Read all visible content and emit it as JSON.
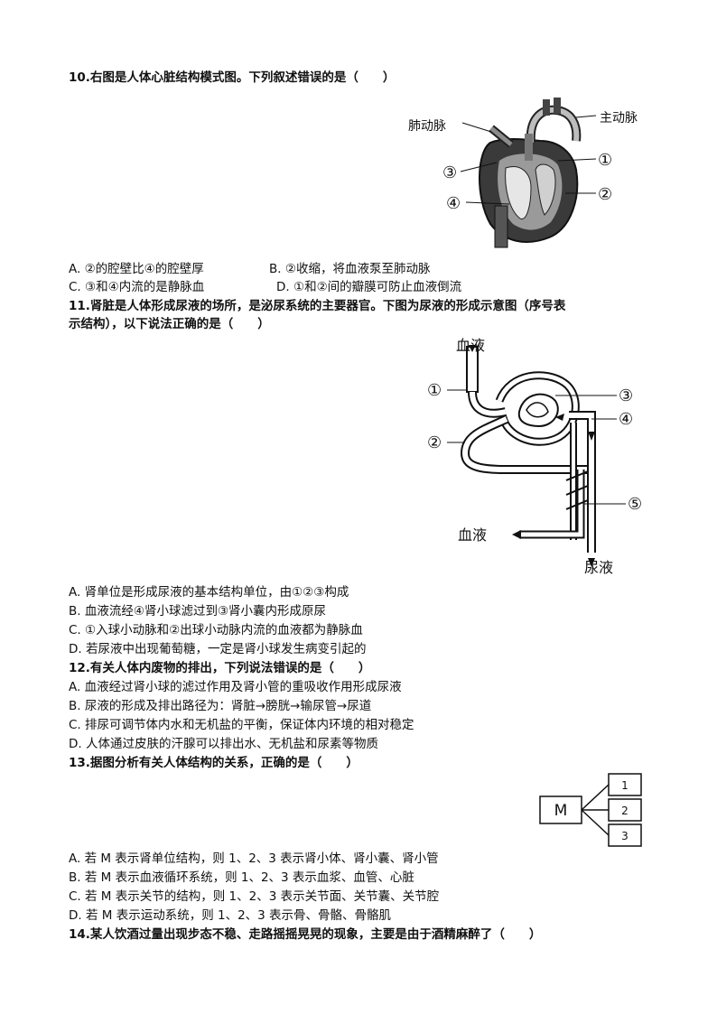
{
  "q10": {
    "stem": "10.右图是人体心脏结构模式图。下列叙述错误的是（　　）",
    "fig_labels": {
      "pa": "肺动脉",
      "ao": "主动脉",
      "n1": "①",
      "n2": "②",
      "n3": "③",
      "n4": "④"
    },
    "A": "A.  ②的腔壁比④的腔壁厚",
    "B": "B.  ②收缩，将血液泵至肺动脉",
    "C": "C.  ③和④内流的是静脉血",
    "D": "D.  ①和②间的瓣膜可防止血液倒流"
  },
  "q11": {
    "stem1": "11.肾脏是人体形成尿液的场所，是泌尿系统的主要器官。下图为尿液的形成示意图（序号表",
    "stem2": "示结构），以下说法正确的是（　　）",
    "fig_labels": {
      "blood_in": "血液",
      "blood_out": "血液",
      "urine": "尿液",
      "n1": "①",
      "n2": "②",
      "n3": "③",
      "n4": "④",
      "n5": "⑤"
    },
    "A": "A.  肾单位是形成尿液的基本结构单位，由①②③构成",
    "B": "B.  血液流经④肾小球滤过到③肾小囊内形成原尿",
    "C": "C.  ①入球小动脉和②出球小动脉内流的血液都为静脉血",
    "D": "D.  若尿液中出现葡萄糖，一定是肾小球发生病变引起的"
  },
  "q12": {
    "stem": "12.有关人体内废物的排出，下列说法错误的是（　　）",
    "A": "A.  血液经过肾小球的滤过作用及肾小管的重吸收作用形成尿液",
    "B": "B.  尿液的形成及排出路径为：肾脏→膀胱→输尿管→尿道",
    "C": "C.  排尿可调节体内水和无机盐的平衡，保证体内环境的相对稳定",
    "D": "D.  人体通过皮肤的汗腺可以排出水、无机盐和尿素等物质"
  },
  "q13": {
    "stem": "13.据图分析有关人体结构的关系，正确的是（　　）",
    "fig_labels": {
      "m": "M",
      "b1": "1",
      "b2": "2",
      "b3": "3"
    },
    "A": "A.  若 M 表示肾单位结构，则 1、2、3 表示肾小体、肾小囊、肾小管",
    "B": "B.  若 M 表示血液循环系统，则 1、2、3 表示血浆、血管、心脏",
    "C": "C.  若 M 表示关节的结构，则 1、2、3 表示关节面、关节囊、关节腔",
    "D": "D.  若 M 表示运动系统，则 1、2、3 表示骨、骨骼、骨骼肌"
  },
  "q14": {
    "stem": "14.某人饮酒过量出现步态不稳、走路摇摇晃晃的现象，主要是由于酒精麻醉了（　　）"
  }
}
